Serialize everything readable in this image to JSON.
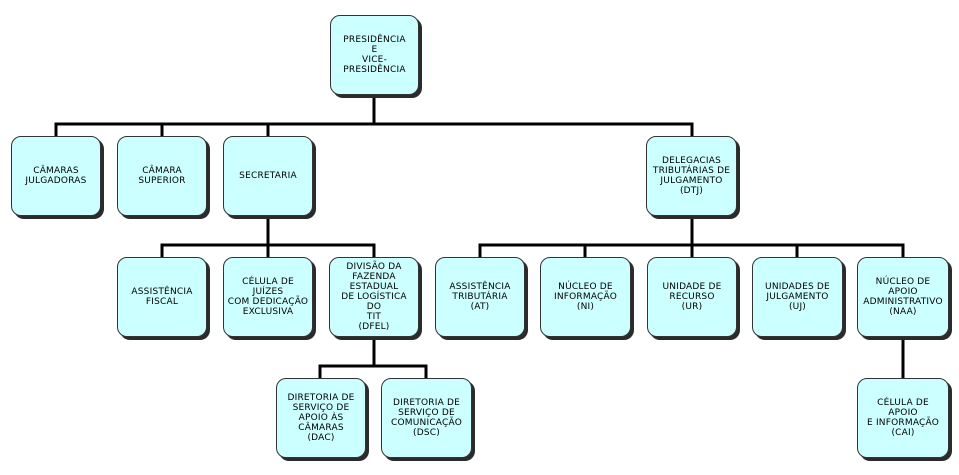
{
  "nodes": {
    "presidencia": "PRESIDÊNCIA\nE\nVICE-PRESIDÊNCIA",
    "camaras_julgadoras": "CÂMARAS\nJULGADORAS",
    "camara_superior": "CÂMARA\nSUPERIOR",
    "secretaria": "SECRETARIA",
    "dtj": "DELEGACIAS\nTRIBUTÁRIAS DE\nJULGAMENTO\n(DTJ)",
    "assistencia_fiscal": "ASSISTÊNCIA\nFISCAL",
    "celula_juizes": "CÉLULA DE\nJUÍZES\nCOM DEDICAÇÃO\nEXCLUSIVA",
    "dfel": "DIVISÃO DA\nFAZENDA\nESTADUAL\nDE LOGÍSTICA DO\nTIT\n(DFEL)",
    "at": "ASSISTÊNCIA\nTRIBUTÁRIA\n(AT)",
    "ni": "NÚCLEO DE\nINFORMAÇÃO\n(NI)",
    "ur": "UNIDADE DE\nRECURSO\n(UR)",
    "uj": "UNIDADES DE\nJULGAMENTO\n(UJ)",
    "naa": "NÚCLEO DE APOIO\nADMINISTRATIVO\n(NAA)",
    "dac": "DIRETORIA DE\nSERVIÇO DE\nAPOIO ÀS\nCÂMARAS\n(DAC)",
    "dsc": "DIRETORIA DE\nSERVIÇO DE\nCOMUNICAÇÃO\n(DSC)",
    "cai": "CÉLULA DE APOIO\nE INFORMAÇÃO\n(CAI)"
  },
  "colors": {
    "box_fill": "#ccffff",
    "box_border": "#333333",
    "line": "#000000"
  }
}
